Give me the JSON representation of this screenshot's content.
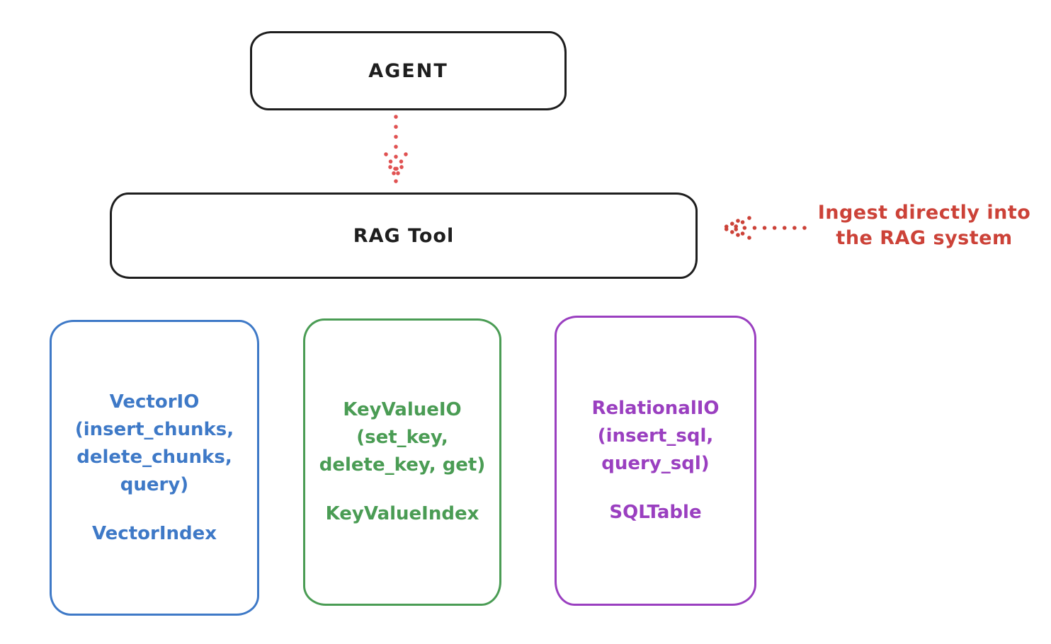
{
  "diagram": {
    "nodes": {
      "agent": {
        "label": "AGENT"
      },
      "rag_tool": {
        "label": "RAG Tool"
      },
      "vector": {
        "lines": [
          "VectorIO",
          "(insert_chunks,",
          "delete_chunks,",
          "query)"
        ],
        "index_label": "VectorIndex",
        "color": "#3e79c7"
      },
      "keyvalue": {
        "lines": [
          "KeyValueIO",
          "(set_key,",
          "delete_key, get)"
        ],
        "index_label": "KeyValueIndex",
        "color": "#4a9c54"
      },
      "relational": {
        "lines": [
          "RelationalIO",
          "(insert_sql,",
          "query_sql)"
        ],
        "index_label": "SQLTable",
        "color": "#9a3fc0"
      }
    },
    "annotation": {
      "lines": [
        "Ingest directly into",
        "the RAG system"
      ],
      "color": "#cc4238"
    },
    "arrows": {
      "agent_to_rag": {
        "style": "dotted",
        "direction": "down",
        "color": "#e05252"
      },
      "ingest_to_rag": {
        "style": "dotted",
        "direction": "left",
        "color": "#cc4238"
      }
    },
    "colors": {
      "stroke_black": "#1e1e1e",
      "background": "#ffffff"
    }
  }
}
